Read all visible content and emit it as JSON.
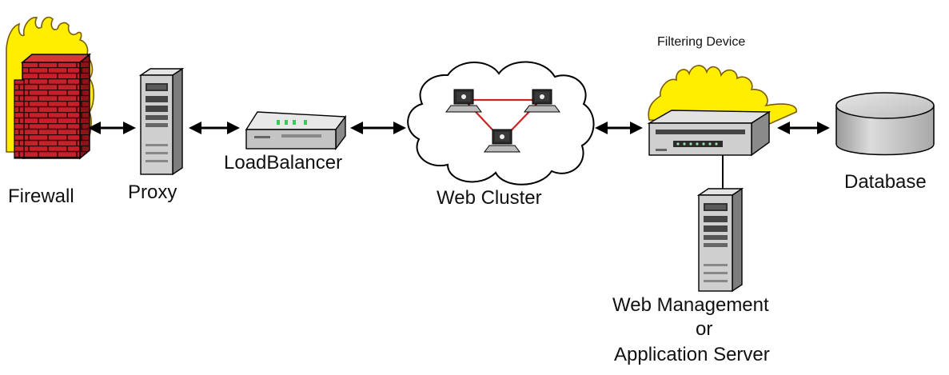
{
  "diagram": {
    "nodes": {
      "firewall": {
        "label": "Firewall"
      },
      "proxy": {
        "label": "Proxy"
      },
      "load_balancer": {
        "label": "LoadBalancer"
      },
      "web_cluster": {
        "label": "Web Cluster"
      },
      "filtering_device": {
        "label": "Filtering Device"
      },
      "database": {
        "label": "Database"
      },
      "app_server": {
        "label_line1": "Web Management",
        "label_line2": "or",
        "label_line3": "Application Server"
      }
    },
    "connections": [
      {
        "from": "firewall",
        "to": "proxy",
        "style": "double-arrow"
      },
      {
        "from": "proxy",
        "to": "load_balancer",
        "style": "double-arrow"
      },
      {
        "from": "load_balancer",
        "to": "web_cluster",
        "style": "double-arrow"
      },
      {
        "from": "web_cluster",
        "to": "filtering_device",
        "style": "double-arrow"
      },
      {
        "from": "filtering_device",
        "to": "database",
        "style": "double-arrow"
      },
      {
        "from": "filtering_device",
        "to": "app_server",
        "style": "line"
      }
    ],
    "colors": {
      "brick": "#c8202a",
      "flame": "#ffee00",
      "flame_outline": "#7a5a00",
      "server": "#c8c8c8",
      "cluster_link": "#cc2222",
      "arrow": "#000000"
    }
  }
}
